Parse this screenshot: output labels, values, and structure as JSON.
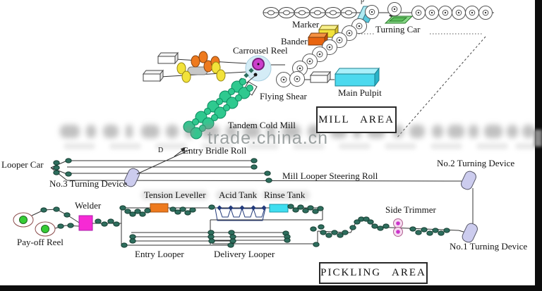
{
  "diagram": {
    "title_areas": {
      "mill": "MILL AREA",
      "pickling": "PICKLING AREA"
    },
    "watermark": "trade.china.cn",
    "labels": {
      "marker": "Marker",
      "bander": "Bander",
      "carrousel_reel": "Carrousel Reel",
      "turning_car": "Turning Car",
      "flying_shear": "Flying Shear",
      "main_pulpit": "Main Pulpit",
      "tandem_cold_mill": "Tandem Cold Mill",
      "entry_bridle_roll": "Entry Bridle Roll",
      "looper_car": "Looper Car",
      "no3_turning_device": "No.3 Turning Device",
      "mill_looper_steering_roll": "Mill Looper Steering Roll",
      "no2_turning_device": "No.2 Turning Device",
      "tension_leveller": "Tension Leveller",
      "acid_tank": "Acid Tank",
      "rinse_tank": "Rinse Tank",
      "welder": "Welder",
      "payoff_reel": "Pay-off Reel",
      "side_trimmer": "Side Trimmer",
      "entry_looper": "Entry Looper",
      "delivery_looper": "Delivery Looper",
      "no1_turning_device": "No.1 Turning Device",
      "stray_p": "p",
      "stray_d": "D"
    },
    "colors": {
      "mill-green": "#2fc98f",
      "reel-green": "#35cc35",
      "magenta": "#f62ad4",
      "orange": "#ee7a1e",
      "yellow": "#f2e23a",
      "bander-orange": "#e8640f",
      "cyan": "#3fdef0",
      "pulpit-front": "#4cd9ee",
      "pulpit-top": "#a9f0fa",
      "pulpit-side": "#29b3c8",
      "lavender": "#ccccee",
      "dot-teal": "#2e6e5e",
      "navy": "#223a7a",
      "carrousel-magenta": "#cc3fcc",
      "carrousel-bg": "#d4ecf6",
      "trimmer-magenta": "#cc33cc"
    }
  }
}
